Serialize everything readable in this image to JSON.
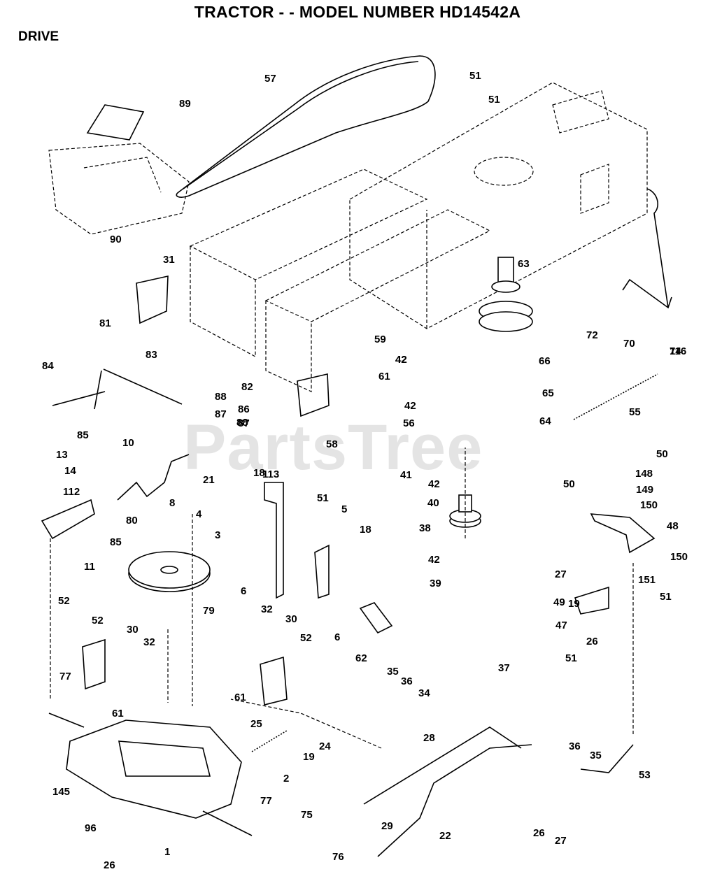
{
  "title": "TRACTOR - - MODEL NUMBER HD14542A",
  "section": "DRIVE",
  "watermark": "PartsTree",
  "callouts": [
    "1",
    "2",
    "3",
    "4",
    "5",
    "6",
    "6",
    "8",
    "10",
    "11",
    "13",
    "14",
    "18",
    "18",
    "19",
    "19",
    "21",
    "22",
    "24",
    "25",
    "26",
    "26",
    "26",
    "27",
    "27",
    "28",
    "29",
    "30",
    "30",
    "31",
    "32",
    "32",
    "34",
    "35",
    "35",
    "36",
    "36",
    "37",
    "38",
    "39",
    "40",
    "41",
    "42",
    "42",
    "42",
    "42",
    "42",
    "47",
    "48",
    "49",
    "50",
    "50",
    "51",
    "51",
    "51",
    "51",
    "51",
    "52",
    "52",
    "52",
    "53",
    "55",
    "56",
    "57",
    "58",
    "59",
    "61",
    "61",
    "61",
    "62",
    "63",
    "64",
    "65",
    "66",
    "70",
    "72",
    "74",
    "75",
    "76",
    "77",
    "77",
    "79",
    "80",
    "81",
    "82",
    "83",
    "84",
    "85",
    "85",
    "86",
    "87",
    "87",
    "88",
    "88",
    "89",
    "90",
    "96",
    "112",
    "113",
    "116",
    "145",
    "148",
    "149",
    "150",
    "150",
    "151"
  ]
}
